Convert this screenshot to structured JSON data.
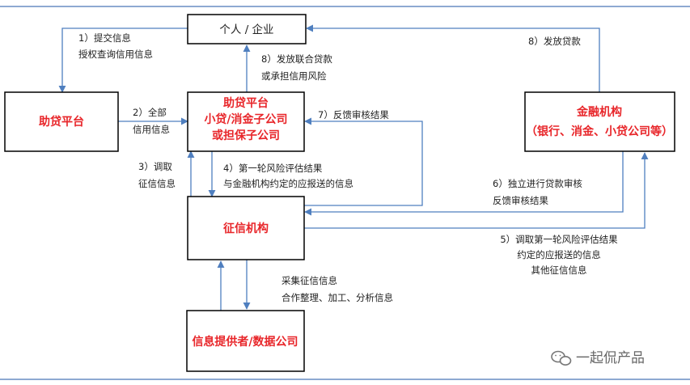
{
  "nodes": {
    "person": {
      "text": [
        "个人 / 企业"
      ]
    },
    "zhudai": {
      "text": [
        "助贷平台"
      ]
    },
    "center": {
      "text": [
        "助贷平台",
        "小贷/消金子公司",
        "或担保子公司"
      ]
    },
    "finance": {
      "text": [
        "金融机构",
        "（银行、消金、小贷公司等）"
      ]
    },
    "credit": {
      "text": [
        "征信机构"
      ]
    },
    "provider": {
      "text": [
        "信息提供者/数据公司"
      ]
    }
  },
  "labels": {
    "l1": [
      "1）提交信息",
      "授权查询信用信息"
    ],
    "l2": [
      "2）全部",
      "信用信息"
    ],
    "l3": [
      "3）调取",
      "征信信息"
    ],
    "l4": [
      "4）第一轮风险评估结果",
      "与金融机构约定的应报送的信息"
    ],
    "l5": [
      "5）调取第一轮风险评估结果",
      "约定的应报送的信息",
      "其他征信信息"
    ],
    "l6": [
      "6）独立进行贷款审核",
      "反馈审核结果"
    ],
    "l7": [
      "7）反馈审核结果"
    ],
    "l8a": [
      "8）发放联合贷款",
      "或承担信用风险"
    ],
    "l8b": [
      "8）发放贷款"
    ],
    "collect": [
      "采集征信信息",
      "合作整理、加工、分析信息"
    ]
  },
  "watermark": "一起侃产品",
  "colors": {
    "arrow": "#4f7fbf",
    "red_text": "#e8262a",
    "box_border": "#000000"
  }
}
